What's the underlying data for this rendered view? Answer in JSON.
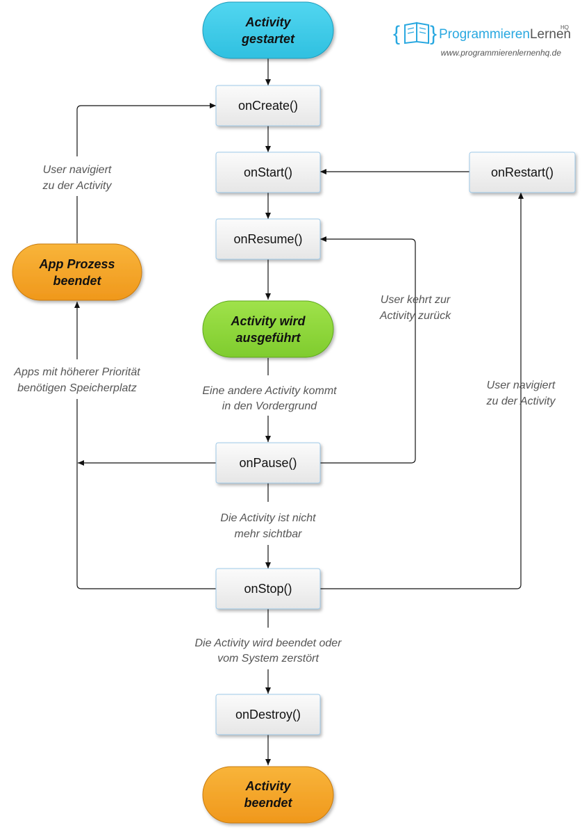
{
  "brand": {
    "name_part1": "Programmieren",
    "name_part2": "Lernen",
    "superscript": "HQ",
    "url": "www.programmierenlernenhq.de",
    "accent": "#29a8e0"
  },
  "colors": {
    "start": "#3ccbe8",
    "running": "#8ed83a",
    "ended": "#f5a623",
    "method_box": "#f0f0f0",
    "method_border": "#9ec9e8"
  },
  "nodes": {
    "activity_started": [
      "Activity",
      "gestartet"
    ],
    "on_create": "onCreate()",
    "on_start": "onStart()",
    "on_restart": "onRestart()",
    "on_resume": "onResume()",
    "activity_running": [
      "Activity wird",
      "ausgeführt"
    ],
    "on_pause": "onPause()",
    "on_stop": "onStop()",
    "on_destroy": "onDestroy()",
    "activity_ended": [
      "Activity",
      "beendet"
    ],
    "process_killed": [
      "App Prozess",
      "beendet"
    ]
  },
  "edge_labels": {
    "user_navigates_left": [
      "User navigiert",
      "zu der Activity"
    ],
    "user_returns": [
      "User kehrt zur",
      "Activity zurück"
    ],
    "higher_priority_apps": [
      "Apps mit höherer Priorität",
      "benötigen Speicherplatz"
    ],
    "other_activity_foreground": [
      "Eine andere Activity kommt",
      "in den Vordergrund"
    ],
    "user_navigates_right": [
      "User navigiert",
      "zu der Activity"
    ],
    "no_longer_visible": [
      "Die Activity ist nicht",
      "mehr sichtbar"
    ],
    "finishing_or_destroyed": [
      "Die Activity wird beendet oder",
      "vom System zerstört"
    ]
  }
}
